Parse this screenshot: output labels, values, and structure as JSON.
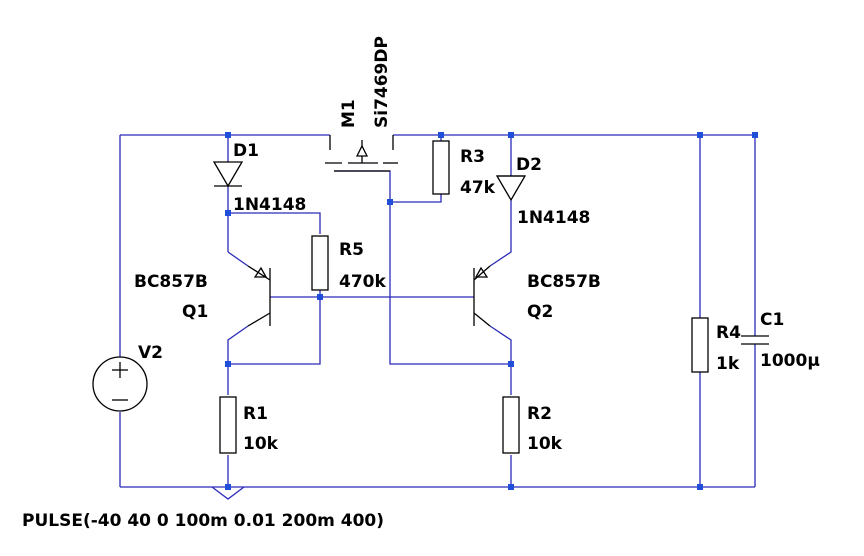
{
  "colors": {
    "wire": "#2b2bb8",
    "component": "#000000",
    "junction": "#1f4fd8",
    "background": "#ffffff"
  },
  "components": {
    "d1": {
      "name": "D1",
      "value": "1N4148"
    },
    "d2": {
      "name": "D2",
      "value": "1N4148"
    },
    "m1": {
      "name": "M1",
      "value": "Si7469DP"
    },
    "r1": {
      "name": "R1",
      "value": "10k"
    },
    "r2": {
      "name": "R2",
      "value": "10k"
    },
    "r3": {
      "name": "R3",
      "value": "47k"
    },
    "r4": {
      "name": "R4",
      "value": "1k"
    },
    "r5": {
      "name": "R5",
      "value": "470k"
    },
    "c1": {
      "name": "C1",
      "value": "1000μ"
    },
    "q1": {
      "name": "Q1",
      "value": "BC857B"
    },
    "q2": {
      "name": "Q2",
      "value": "BC857B"
    },
    "v2": {
      "name": "V2",
      "value": "PULSE(-40 40 0 100m 0.01 200m 400)"
    }
  }
}
